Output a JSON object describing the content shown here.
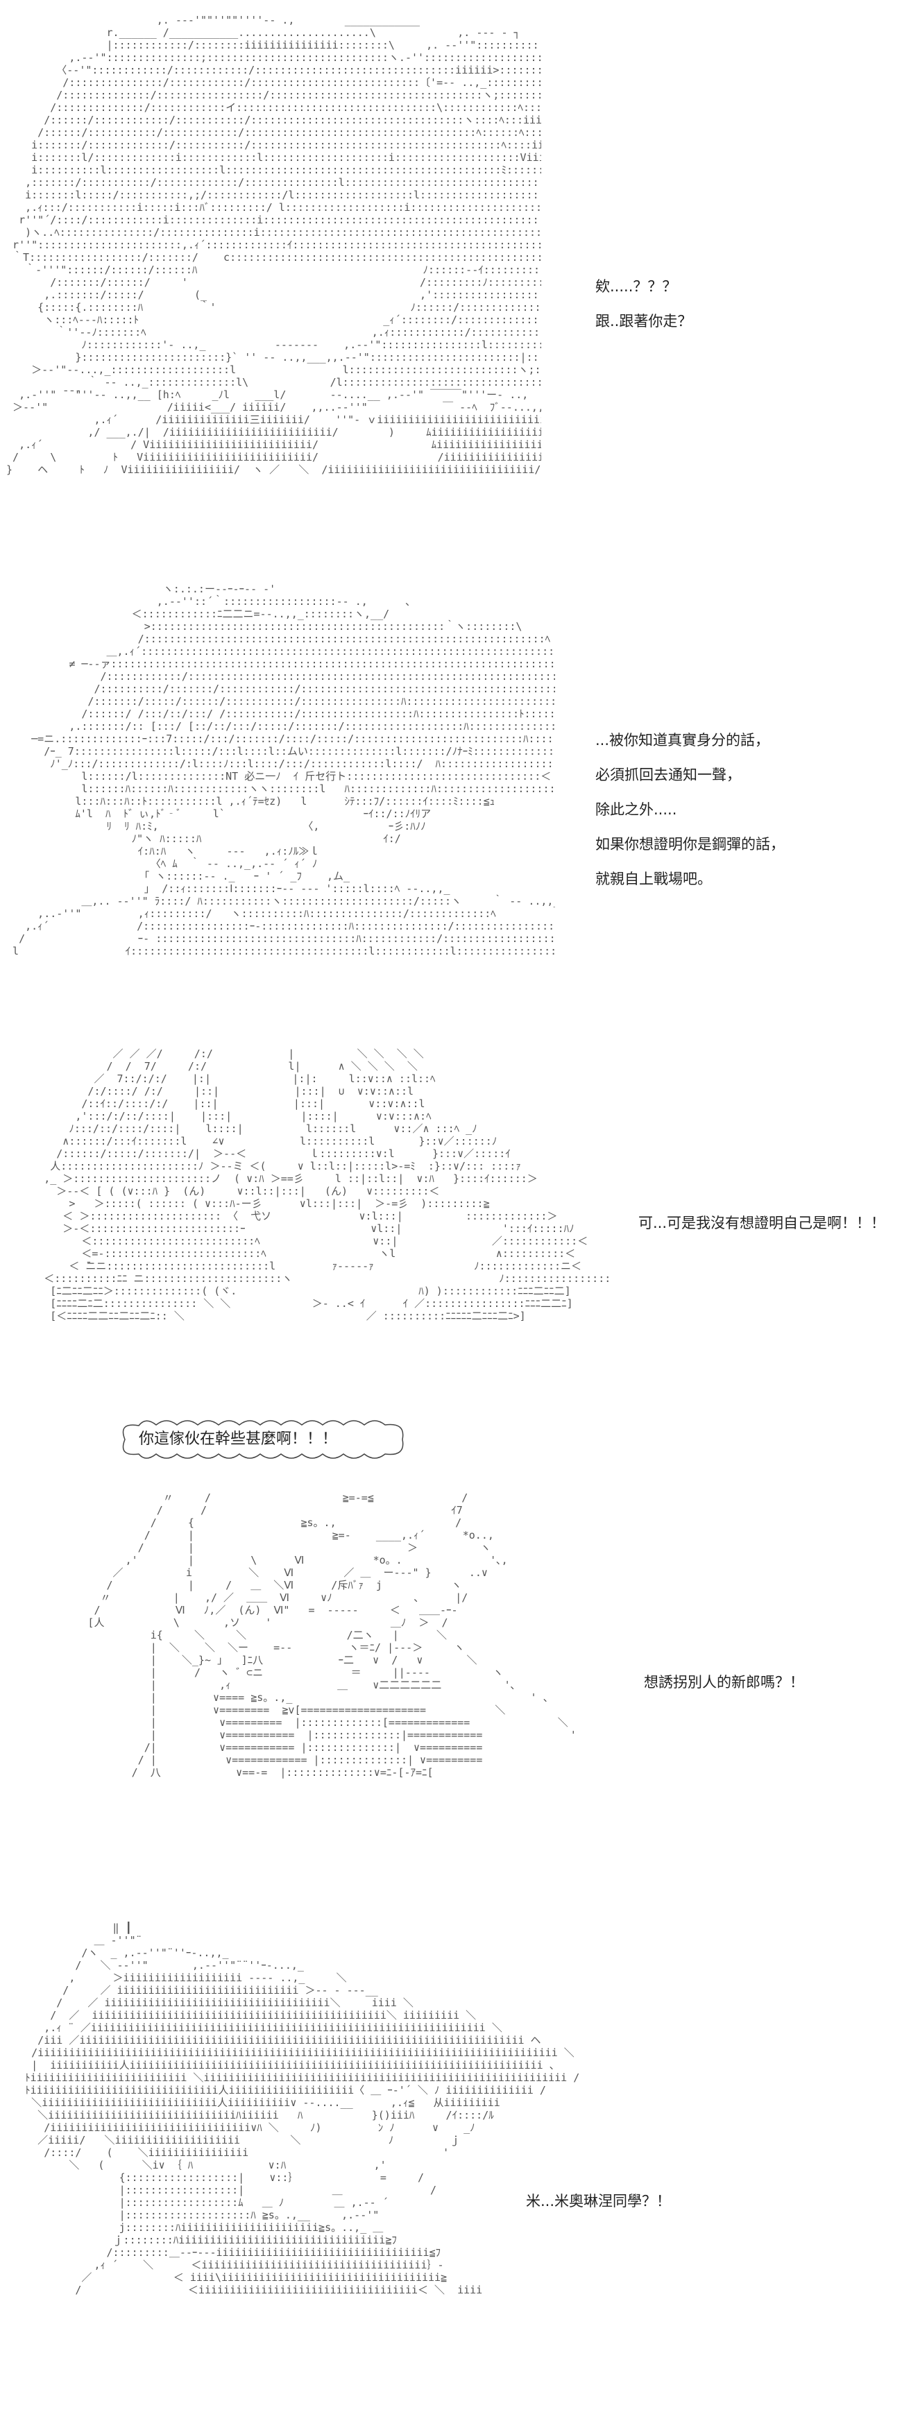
{
  "panels": [
    {
      "lines": [
        "欸.....？？？",
        "跟..跟著你走？"
      ]
    },
    {
      "lines": [
        "...被你知道真實身分的話，",
        "必須抓回去通知一聲，",
        "除此之外.....",
        "如果你想證明你是鋼彈的話，",
        "就親自上戰場吧。"
      ]
    },
    {
      "lines": [
        "可...可是我沒有想證明自己是啊！！！"
      ]
    },
    {
      "bubble": "你這傢伙在幹些甚麼啊！！！",
      "lines": [
        "想誘拐別人的新郎嗎？！"
      ]
    },
    {
      "lines": [
        "米...米奧琳涅同學？！"
      ]
    }
  ]
}
